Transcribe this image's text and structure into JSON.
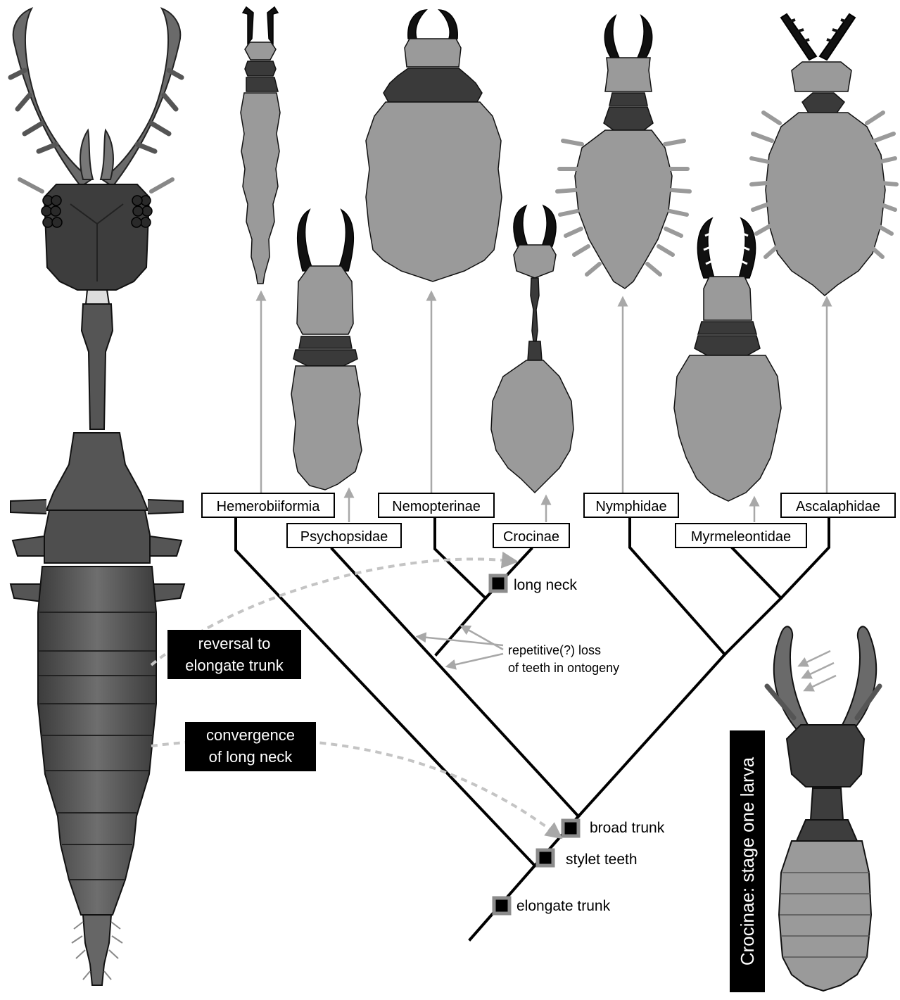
{
  "taxa": {
    "hemerobiiformia": "Hemerobiiformia",
    "psychopsidae": "Psychopsidae",
    "nemopterinae": "Nemopterinae",
    "crocinae": "Crocinae",
    "nymphidae": "Nymphidae",
    "myrmeleontidae": "Myrmeleontidae",
    "ascalaphidae": "Ascalaphidae"
  },
  "characters": {
    "long_neck": "long neck",
    "broad_trunk": "broad trunk",
    "stylet_teeth": "stylet teeth",
    "elongate_trunk": "elongate trunk"
  },
  "annotations": {
    "teeth_loss_line1": "repetitive(?) loss",
    "teeth_loss_line2": "of teeth in ontogeny",
    "reversal_line1": "reversal to",
    "reversal_line2": "elongate trunk",
    "convergence_line1": "convergence",
    "convergence_line2": "of long neck",
    "stage_one_larva": "Crocinae: stage one larva"
  },
  "colors": {
    "body_light": "#9a9a9a",
    "body_dark": "#3a3a3a",
    "mandible": "#111111",
    "label_box_bg": "#000000",
    "label_box_text": "#ffffff",
    "arrow_gray": "#a8a8a8",
    "marker_outer": "#8c8c8c"
  }
}
